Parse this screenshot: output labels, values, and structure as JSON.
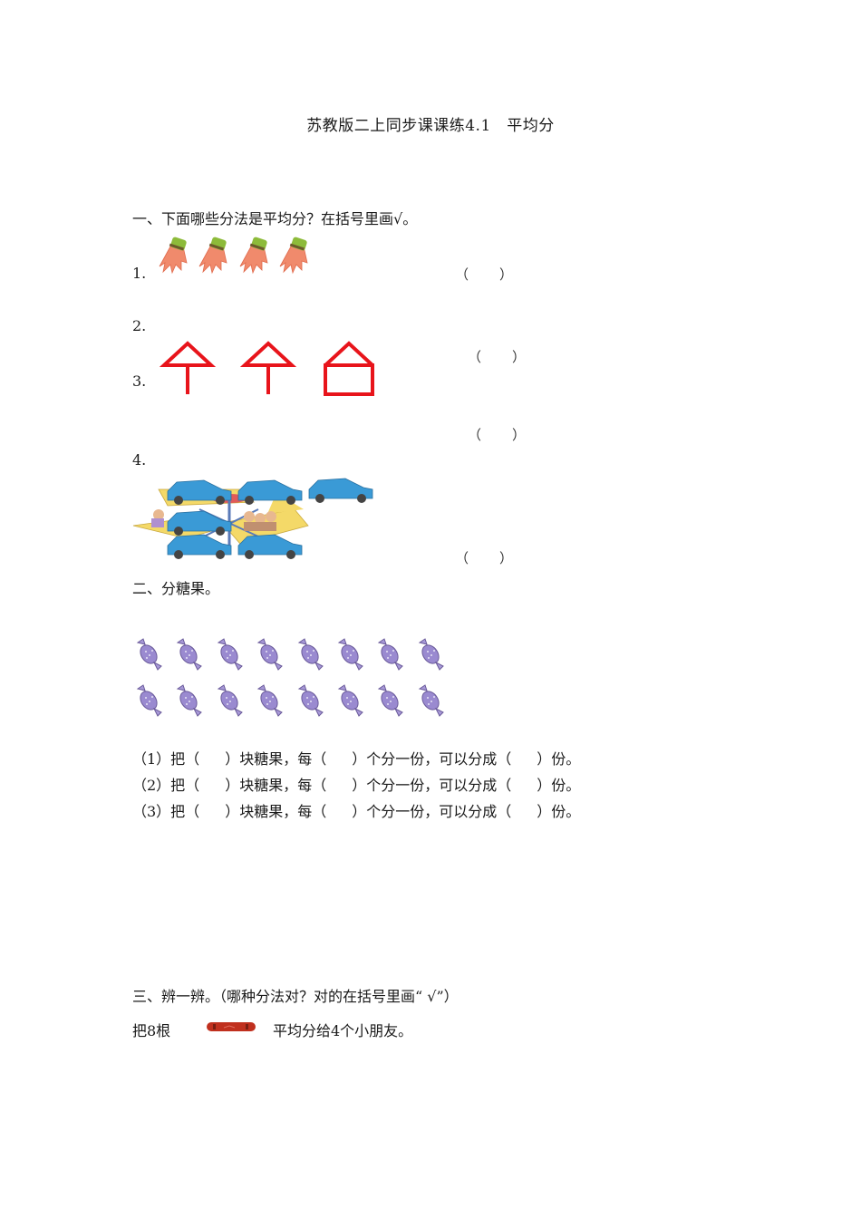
{
  "document": {
    "title": "苏教版二上同步课课练4.1　平均分"
  },
  "section1": {
    "heading": "一、下面哪些分法是平均分？在括号里画√。",
    "items": [
      {
        "number": "1.",
        "picture": "carrot-bundles",
        "count": 4,
        "answer_open": "（",
        "answer_close": "）"
      },
      {
        "number": "2.",
        "picture": "red-line-figures",
        "answer_open": "（",
        "answer_close": "）"
      },
      {
        "number": "3.",
        "picture": "none",
        "answer_open": "（",
        "answer_close": "）"
      },
      {
        "number": "4.",
        "picture": "carousel-cars",
        "answer_open": "（",
        "answer_close": "）"
      }
    ],
    "colors": {
      "figure_red": "#e8141b",
      "carrot": "#f08a6c",
      "carrot_top": "#8dbb3a",
      "car_blue": "#3a9ad6"
    }
  },
  "section2": {
    "heading": "二、分糖果。",
    "candy_rows": 2,
    "candies_per_row": 8,
    "candy_color": "#9a8ad0",
    "lines": [
      {
        "label": "（1）把（",
        "p1": "）块糖果，每（",
        "p2": "）个分一份，可以分成（",
        "p3": "）份。"
      },
      {
        "label": "（2）把（",
        "p1": "）块糖果，每（",
        "p2": "）个分一份，可以分成（",
        "p3": "）份。"
      },
      {
        "label": "（3）把（",
        "p1": "）块糖果，每（",
        "p2": "）个分一份，可以分成（",
        "p3": "）份。"
      }
    ]
  },
  "section3": {
    "heading": "三、辨一辨。（哪种分法对？对的在括号里画“ √”）",
    "prompt_before": "把8根",
    "prompt_after": "平均分给4个小朋友。",
    "item_picture": "sausage",
    "sausage_color": "#c0301e"
  }
}
